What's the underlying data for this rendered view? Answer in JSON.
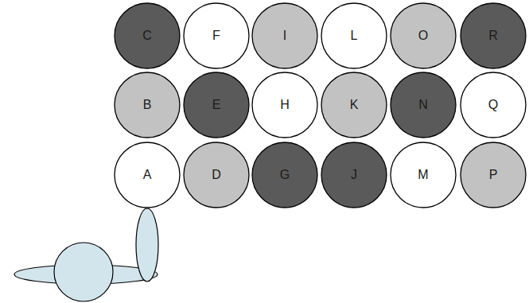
{
  "diagram": {
    "nodes": [
      {
        "text": [
          "C"
        ]
      },
      {
        "text": [
          "F"
        ]
      },
      {
        "text": [
          "I"
        ]
      },
      {
        "text": [
          "L"
        ]
      },
      {
        "text": [
          "O"
        ]
      },
      {
        "text": [
          "R"
        ]
      },
      {
        "text": [
          "B"
        ]
      },
      {
        "text": [
          "E"
        ]
      },
      {
        "text": [
          "H"
        ]
      },
      {
        "text": [
          "K"
        ]
      },
      {
        "text": [
          "N"
        ]
      },
      {
        "text": [
          "Q"
        ]
      },
      {
        "text": [
          "A"
        ]
      },
      {
        "text": [
          "D"
        ]
      },
      {
        "text": [
          "G"
        ]
      },
      {
        "text": [
          "J"
        ]
      },
      {
        "text": [
          "M"
        ]
      },
      {
        "text": [
          "P"
        ]
      }
    ]
  }
}
